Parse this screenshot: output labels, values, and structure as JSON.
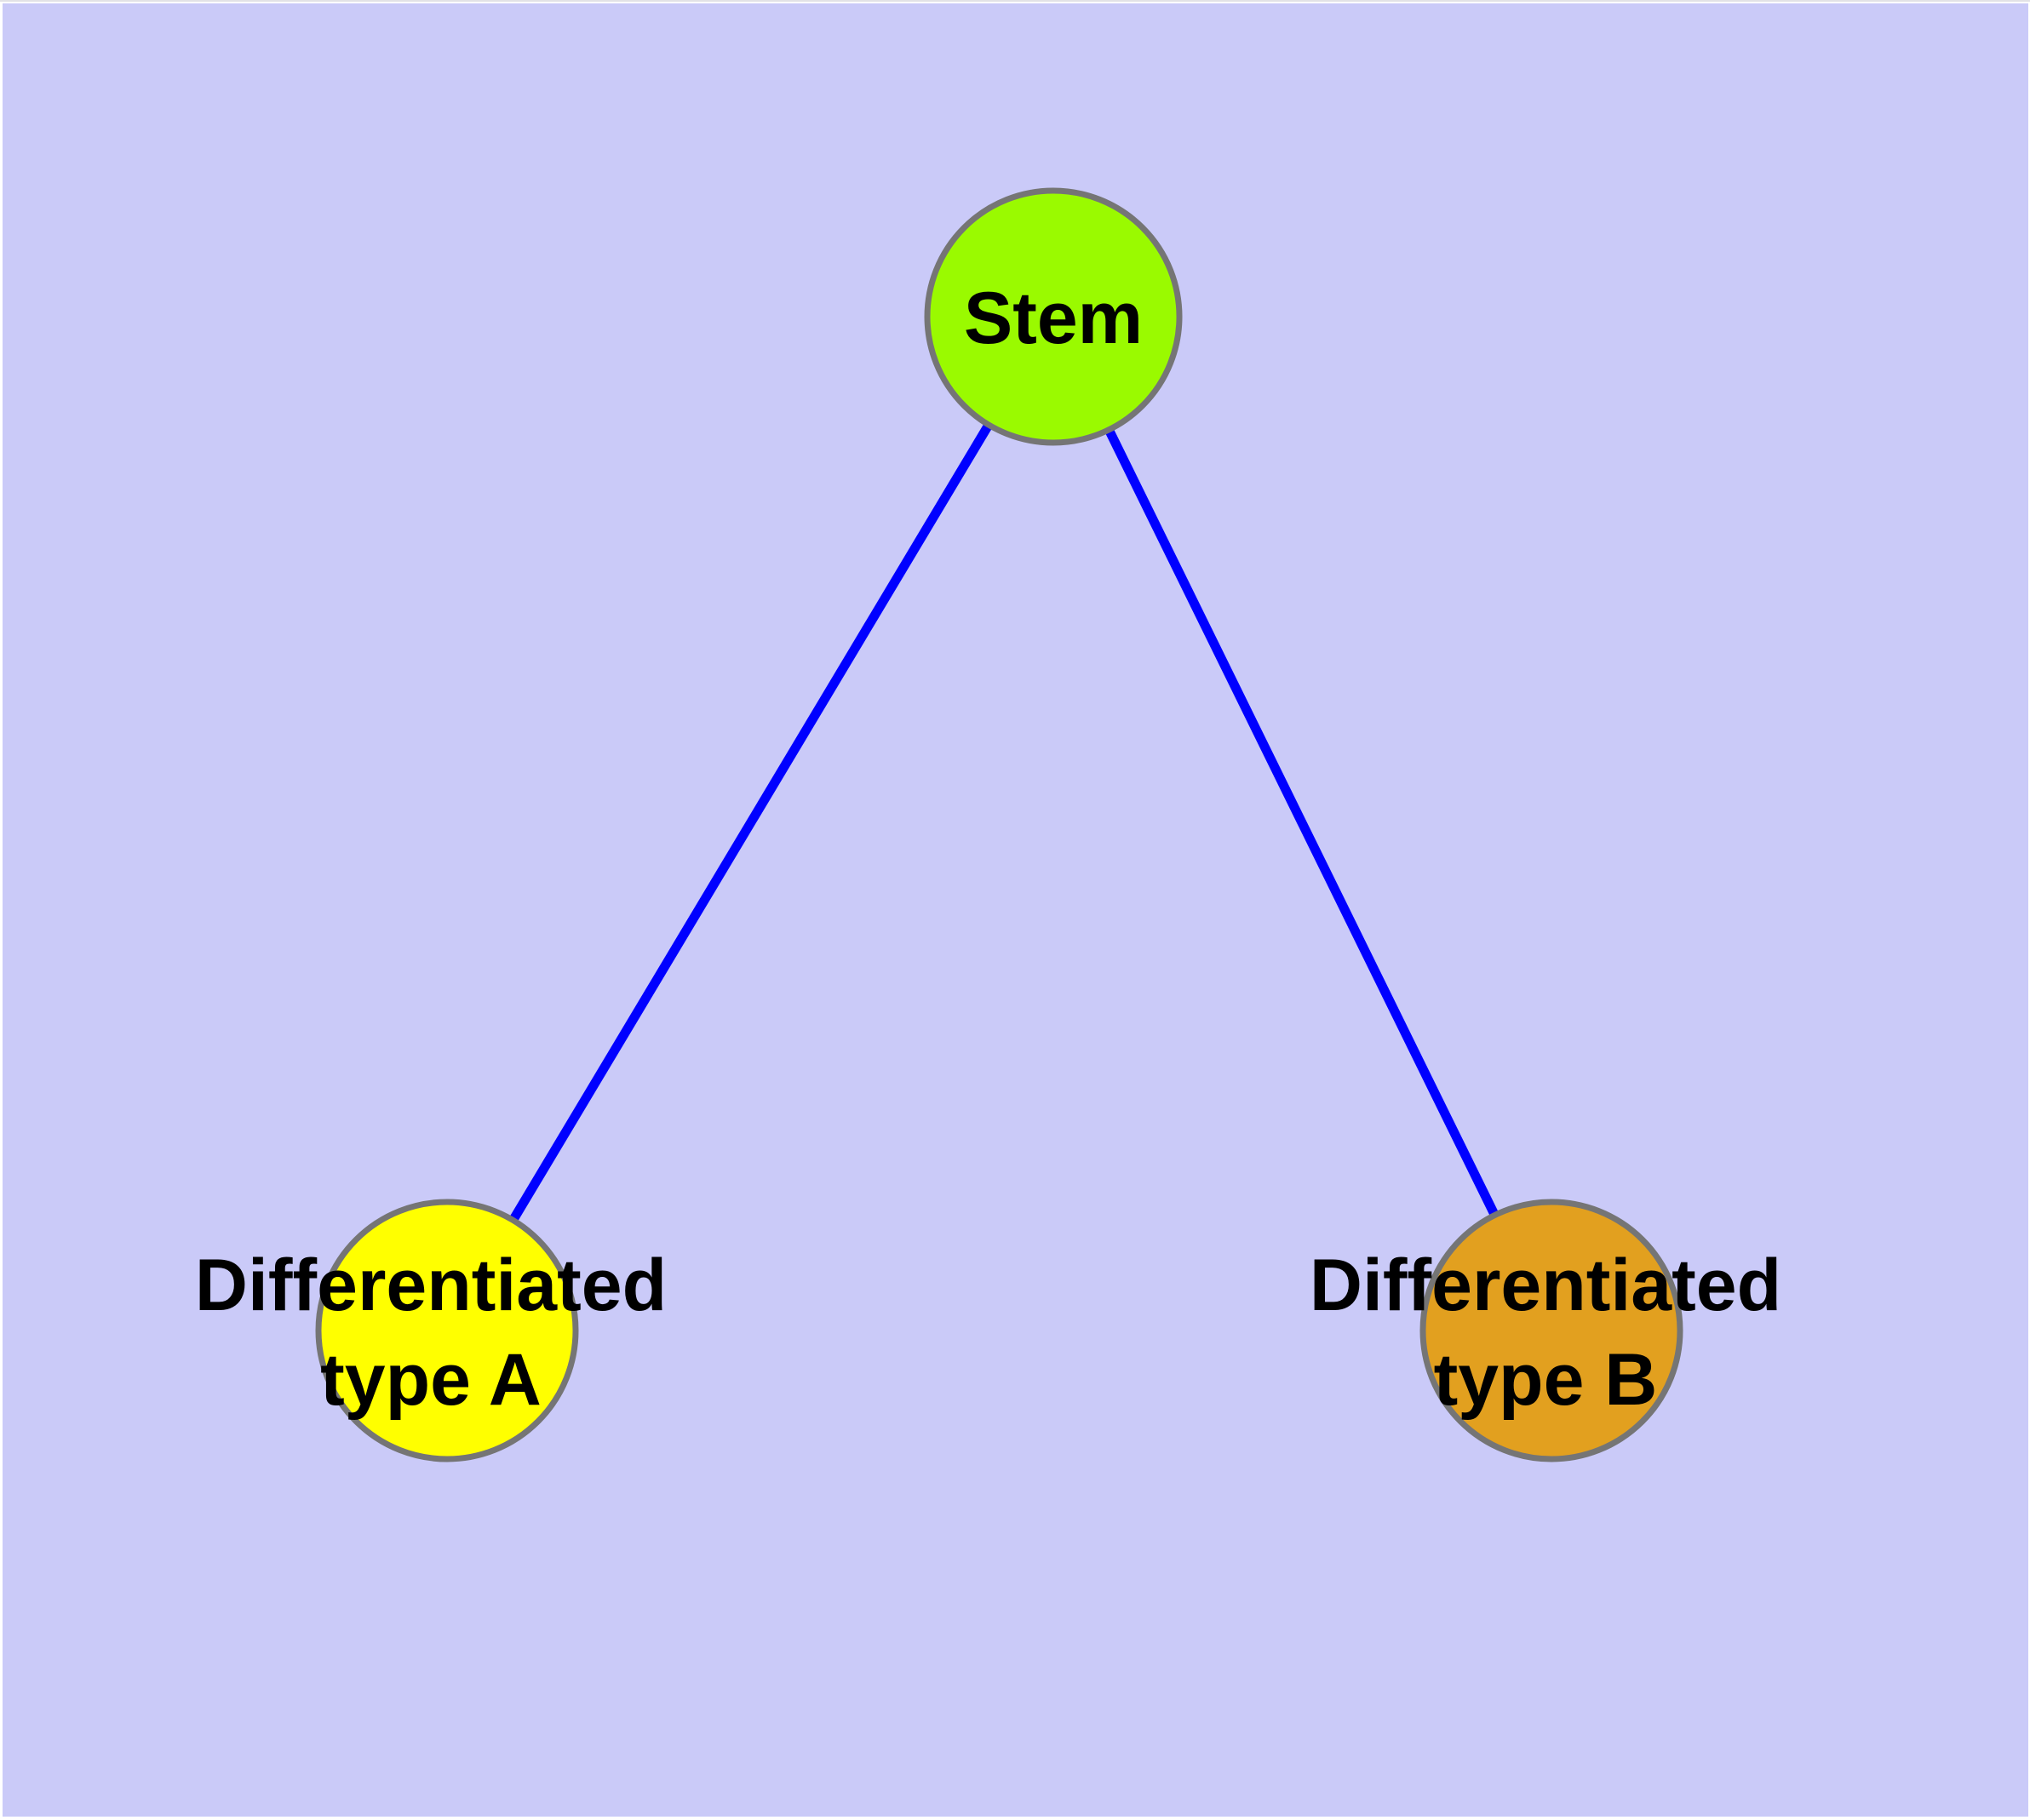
{
  "diagram": {
    "type": "node-link-graph",
    "background_color": "#CACAF8",
    "page_margin_color": "#FFFFFF",
    "edge_color": "#0000FF",
    "node_border_color": "#757575",
    "label_color": "#000000",
    "nodes": [
      {
        "id": "stem",
        "label": "Stem",
        "fill": "#9AFA00"
      },
      {
        "id": "differentiated-type-a",
        "label": "Differentiated type A",
        "label_lines": [
          "Differentiated",
          "type A"
        ],
        "fill": "#FFFF00"
      },
      {
        "id": "differentiated-type-b",
        "label": "Differentiated type B",
        "label_lines": [
          "Differentiated",
          "type B"
        ],
        "fill": "#E2A01F"
      }
    ],
    "edges": [
      {
        "from": "Stem",
        "to": "Differentiated type A"
      },
      {
        "from": "Stem",
        "to": "Differentiated type B"
      }
    ]
  }
}
